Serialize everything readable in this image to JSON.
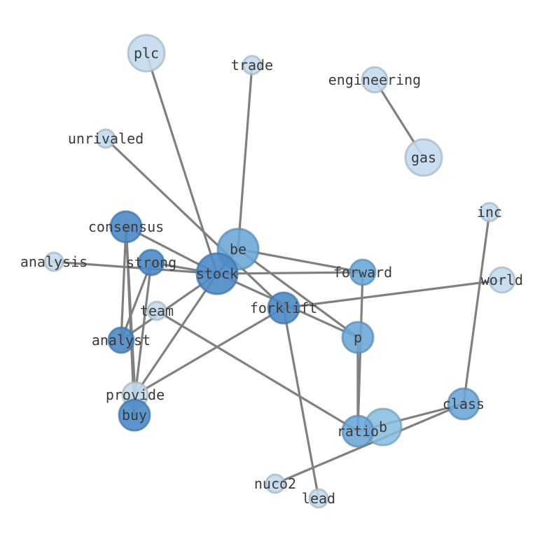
{
  "colors": {
    "background": "#ffffff",
    "edge": "#808080",
    "label": "#3a3a3a",
    "shade_light": "#c2d9ec",
    "shade_mid": "#87bbe0",
    "shade_medium": "#6aa6d6",
    "shade_dark": "#4c8ac6"
  },
  "nodes": [
    {
      "id": "plc",
      "label": "plc",
      "shade": "shade_light"
    },
    {
      "id": "trade",
      "label": "trade",
      "shade": "shade_light"
    },
    {
      "id": "engineering",
      "label": "engineering",
      "shade": "shade_light"
    },
    {
      "id": "unrivaled",
      "label": "unrivaled",
      "shade": "shade_light"
    },
    {
      "id": "gas",
      "label": "gas",
      "shade": "shade_light"
    },
    {
      "id": "inc",
      "label": "inc",
      "shade": "shade_light"
    },
    {
      "id": "consensus",
      "label": "consensus",
      "shade": "shade_dark"
    },
    {
      "id": "be",
      "label": "be",
      "shade": "shade_medium"
    },
    {
      "id": "analysis",
      "label": "analysis",
      "shade": "shade_light"
    },
    {
      "id": "strong",
      "label": "strong",
      "shade": "shade_dark"
    },
    {
      "id": "stock",
      "label": "stock",
      "shade": "shade_dark"
    },
    {
      "id": "forward",
      "label": "forward",
      "shade": "shade_medium"
    },
    {
      "id": "world",
      "label": "world",
      "shade": "shade_light"
    },
    {
      "id": "team",
      "label": "team",
      "shade": "shade_light"
    },
    {
      "id": "forklift",
      "label": "forklift",
      "shade": "shade_dark"
    },
    {
      "id": "p",
      "label": "p",
      "shade": "shade_medium"
    },
    {
      "id": "analyst",
      "label": "analyst",
      "shade": "shade_dark"
    },
    {
      "id": "provide",
      "label": "provide",
      "shade": "shade_light"
    },
    {
      "id": "buy",
      "label": "buy",
      "shade": "shade_dark"
    },
    {
      "id": "class",
      "label": "class",
      "shade": "shade_medium"
    },
    {
      "id": "b",
      "label": "b",
      "shade": "shade_mid"
    },
    {
      "id": "ratio",
      "label": "ratio",
      "shade": "shade_medium"
    },
    {
      "id": "nuco2",
      "label": "nuco2",
      "shade": "shade_light"
    },
    {
      "id": "lead",
      "label": "lead",
      "shade": "shade_light"
    }
  ],
  "edges": [
    [
      "plc",
      "stock"
    ],
    [
      "trade",
      "be"
    ],
    [
      "engineering",
      "gas"
    ],
    [
      "unrivaled",
      "forklift"
    ],
    [
      "inc",
      "class"
    ],
    [
      "consensus",
      "stock"
    ],
    [
      "consensus",
      "analyst"
    ],
    [
      "consensus",
      "provide"
    ],
    [
      "consensus",
      "buy"
    ],
    [
      "analysis",
      "stock"
    ],
    [
      "strong",
      "stock"
    ],
    [
      "strong",
      "analyst"
    ],
    [
      "strong",
      "provide"
    ],
    [
      "be",
      "stock"
    ],
    [
      "be",
      "forward"
    ],
    [
      "be",
      "p"
    ],
    [
      "stock",
      "forward"
    ],
    [
      "stock",
      "p"
    ],
    [
      "stock",
      "analyst"
    ],
    [
      "stock",
      "provide"
    ],
    [
      "forklift",
      "world"
    ],
    [
      "forklift",
      "provide"
    ],
    [
      "forklift",
      "lead"
    ],
    [
      "forward",
      "ratio"
    ],
    [
      "p",
      "ratio"
    ],
    [
      "team",
      "ratio"
    ],
    [
      "class",
      "nuco2"
    ],
    [
      "class",
      "ratio"
    ]
  ]
}
